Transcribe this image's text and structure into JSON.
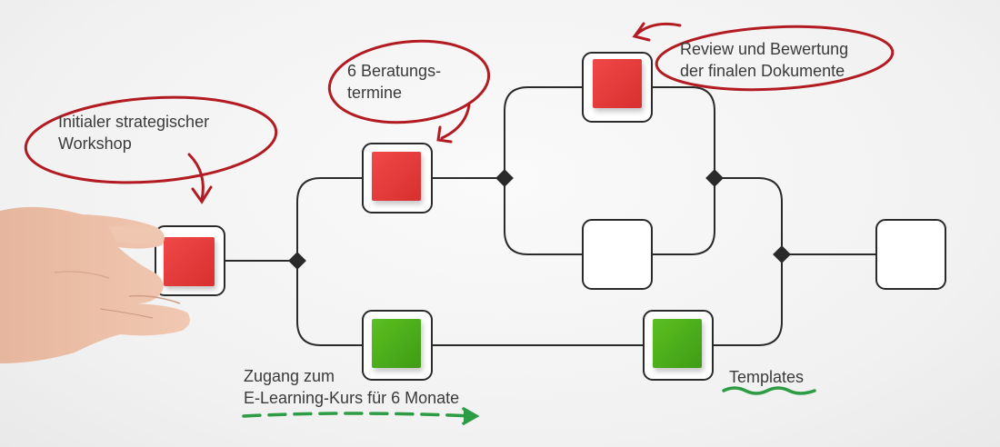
{
  "labels": {
    "workshop": {
      "line1": "Initialer strategischer",
      "line2": "Workshop"
    },
    "beratung": {
      "line1": "6 Beratungs-",
      "line2": "termine"
    },
    "review": {
      "line1": "Review und Bewertung",
      "line2": "der finalen Dokumente"
    },
    "elearning": {
      "line1": "Zugang zum",
      "line2": "E-Learning-Kurs für 6 Monate"
    },
    "templates": {
      "line1": "Templates"
    }
  },
  "colors": {
    "red_block": "#e53a3a",
    "green_block": "#4aad1c",
    "line": "#2a2a2a",
    "marker_red": "#b31b22",
    "marker_green": "#2e9b45"
  }
}
